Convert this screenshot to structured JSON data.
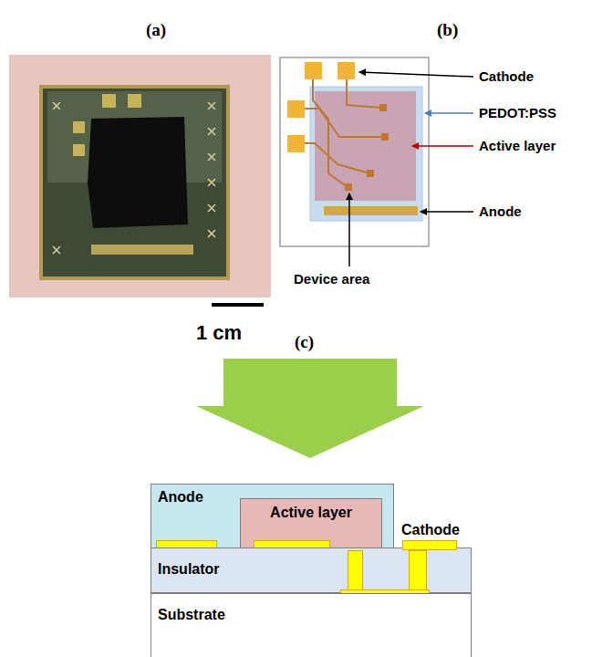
{
  "diagram": {
    "nodes": [
      {
        "text": [
          "Anode"
        ]
      },
      {
        "text": [
          "Active layer"
        ],
        "in": 0
      },
      {
        "text": [
          "Insulator"
        ]
      },
      {
        "text": [
          "Substrate"
        ]
      }
    ],
    "labels": [
      "(a)",
      "(b)",
      "1 cm",
      "Cathode",
      "PEDOT:PSS",
      "Active layer",
      "Anode",
      "Device area",
      "(c)",
      "Cathode"
    ]
  }
}
